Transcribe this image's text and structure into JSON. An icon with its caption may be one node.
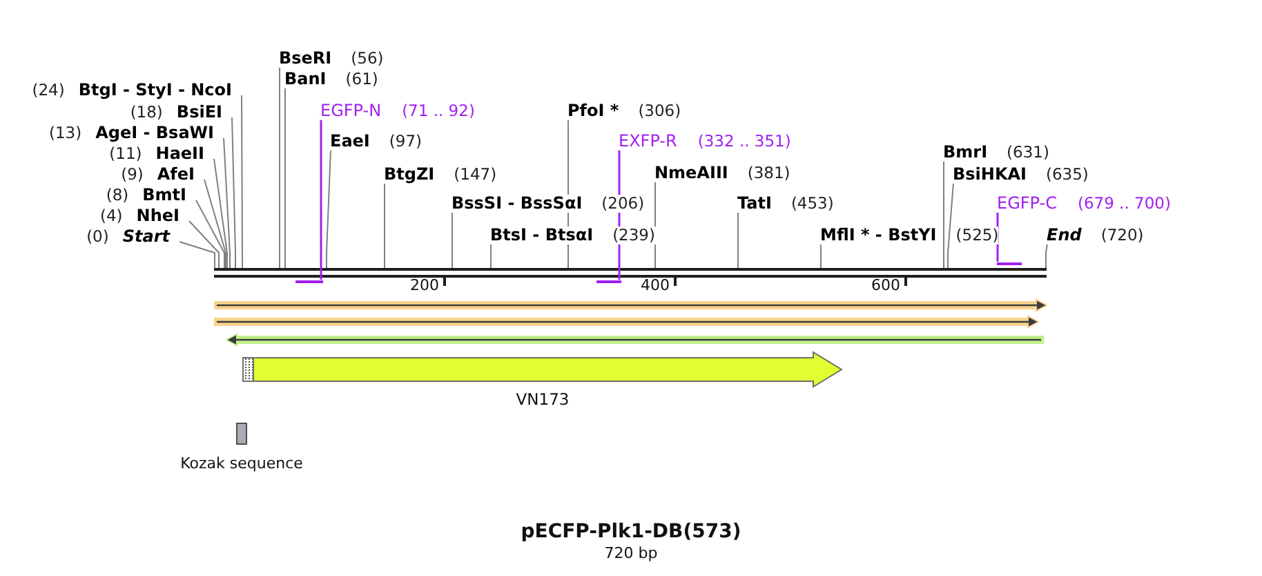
{
  "diagram": {
    "title": "pECFP-Plk1-DB(573)",
    "caption": "720 bp",
    "nodes": [
      {
        "text": [
          "(24)",
          "BtgI - StyI - NcoI"
        ]
      },
      {
        "text": [
          "(18)",
          "BsiEI"
        ]
      },
      {
        "text": [
          "(13)",
          "AgeI - BsaWI"
        ]
      },
      {
        "text": [
          "(11)",
          "HaeII"
        ]
      },
      {
        "text": [
          "(9)",
          "AfeI"
        ]
      },
      {
        "text": [
          "(8)",
          "BmtI"
        ]
      },
      {
        "text": [
          "(4)",
          "NheI"
        ]
      },
      {
        "text": [
          "(0)",
          "Start"
        ]
      },
      {
        "text": [
          "BseRI",
          "(56)"
        ]
      },
      {
        "text": [
          "BanI",
          "(61)"
        ]
      },
      {
        "text": [
          "EGFP-N",
          "(71 .. 92)"
        ]
      },
      {
        "text": [
          "PfoI *",
          "(306)"
        ]
      },
      {
        "text": [
          "EaeI",
          "(97)"
        ]
      },
      {
        "text": [
          "EXFP-R",
          "(332 .. 351)"
        ]
      },
      {
        "text": [
          "BmrI",
          "(631)"
        ]
      },
      {
        "text": [
          "BtgZI",
          "(147)"
        ]
      },
      {
        "text": [
          "NmeAIII",
          "(381)"
        ]
      },
      {
        "text": [
          "BsiHKAI",
          "(635)"
        ]
      },
      {
        "text": [
          "BssSI - BssSαI",
          "(206)"
        ]
      },
      {
        "text": [
          "TatI",
          "(453)"
        ]
      },
      {
        "text": [
          "EGFP-C",
          "(679 .. 700)"
        ]
      },
      {
        "text": [
          "BtsI - BtsαI",
          "(239)"
        ]
      },
      {
        "text": [
          "MflI * - BstYI",
          "(525)"
        ]
      },
      {
        "text": [
          "End",
          "(720)"
        ]
      },
      {
        "text": [],
        "shape": "bar"
      },
      {
        "text": [],
        "shape": "bar"
      },
      {
        "text": [],
        "shape": "bar"
      },
      {
        "text": [],
        "shape": "bar"
      },
      {
        "text": [],
        "shape": "arrow"
      },
      {
        "text": [],
        "shape": "arrow"
      },
      {
        "text": [],
        "shape": "arrow"
      },
      {
        "text": [
          "VN173"
        ]
      },
      {
        "text": [
          "Kozak sequence"
        ]
      }
    ],
    "edges": [
      {
        "from": 0,
        "to": 27,
        "arrow": "none"
      },
      {
        "from": 1,
        "to": 27,
        "arrow": "none"
      },
      {
        "from": 2,
        "to": 27,
        "arrow": "none"
      },
      {
        "from": 3,
        "to": 27,
        "arrow": "none"
      },
      {
        "from": 4,
        "to": 27,
        "arrow": "none"
      },
      {
        "from": 5,
        "to": 27,
        "arrow": "none"
      },
      {
        "from": 6,
        "to": 27,
        "arrow": "none"
      },
      {
        "from": 7,
        "to": 27,
        "arrow": "none"
      },
      {
        "from": 8,
        "to": 27,
        "arrow": "none"
      },
      {
        "from": 9,
        "to": 27,
        "arrow": "none"
      },
      {
        "from": 10,
        "to": 24,
        "arrow": "none",
        "color": "#a020f0"
      },
      {
        "from": 11,
        "to": 27,
        "arrow": "none"
      },
      {
        "from": 12,
        "to": 27,
        "arrow": "none"
      },
      {
        "from": 13,
        "to": 25,
        "arrow": "none",
        "color": "#a020f0"
      },
      {
        "from": 14,
        "to": 27,
        "arrow": "none"
      },
      {
        "from": 15,
        "to": 27,
        "arrow": "none"
      },
      {
        "from": 16,
        "to": 27,
        "arrow": "none"
      },
      {
        "from": 17,
        "to": 27,
        "arrow": "none"
      },
      {
        "from": 18,
        "to": 27,
        "arrow": "none"
      },
      {
        "from": 19,
        "to": 27,
        "arrow": "none"
      },
      {
        "from": 20,
        "to": 26,
        "arrow": "none",
        "color": "#a020f0"
      },
      {
        "from": 21,
        "to": 27,
        "arrow": "none"
      },
      {
        "from": 22,
        "to": 27,
        "arrow": "none"
      },
      {
        "from": 23,
        "to": 27,
        "arrow": "none"
      }
    ],
    "labels": [
      "200",
      "400",
      "600"
    ]
  }
}
